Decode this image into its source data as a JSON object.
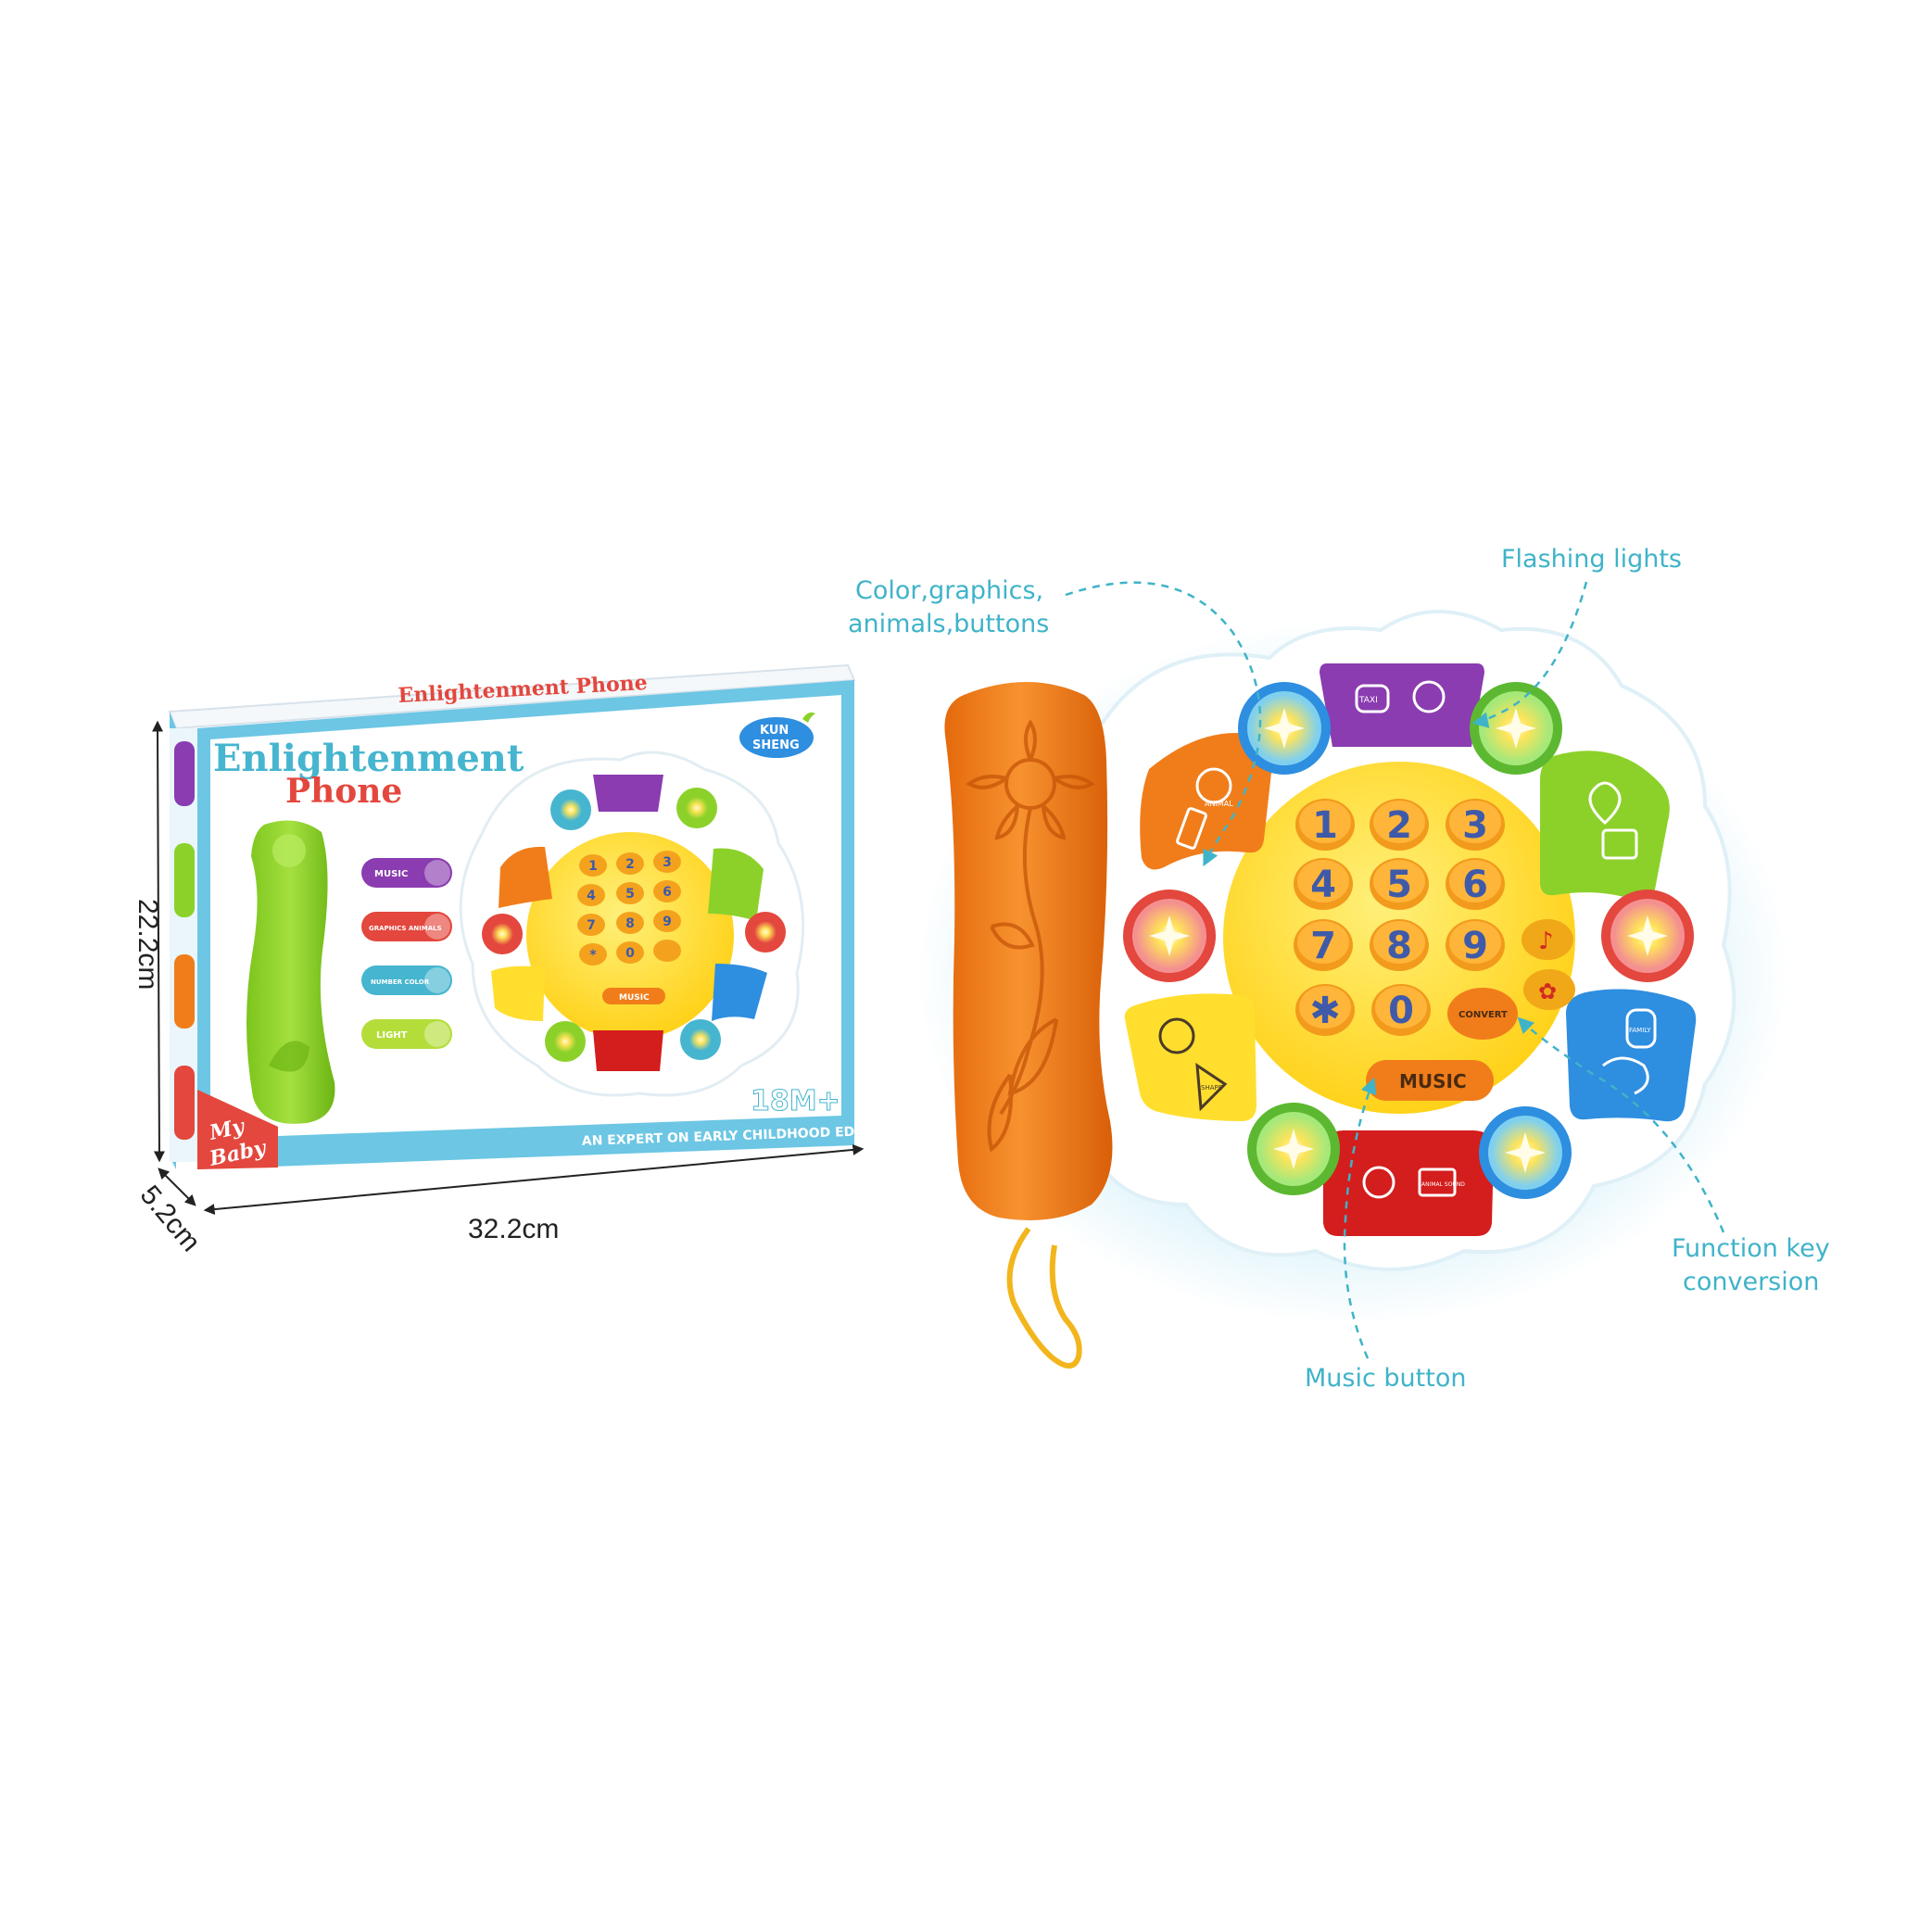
{
  "colors": {
    "sky": "#6cc6e4",
    "accent_teal": "#3fb3c9",
    "title_teal": "#46b5cf",
    "title_red": "#e3473d",
    "orange": "#f07d1a",
    "yellow": "#ffde2e",
    "purple": "#8a3cb0",
    "green": "#8cd12a",
    "blue": "#2e8ee0",
    "red": "#d41d1d",
    "key_blue": "#3f5aa8"
  },
  "box": {
    "title_line1": "Enlightenment",
    "title_line2": "Phone",
    "top_edge_text": "Enlightenment Phone",
    "brand_line1": "KUN",
    "brand_line2": "SHENG",
    "age": "18M+",
    "tagline": "AN EXPERT ON EARLY CHILDHOOD EDUCATION",
    "badge_line1": "My",
    "badge_line2": "Baby",
    "features": [
      "MUSIC",
      "GRAPHICS ANIMALS",
      "NUMBER COLOR",
      "LIGHT"
    ],
    "music_key": "MUSIC",
    "keys": [
      "1",
      "2",
      "3",
      "4",
      "5",
      "6",
      "7",
      "8",
      "9",
      "*",
      "0",
      ""
    ]
  },
  "dimensions": {
    "height": "22.2cm",
    "depth": "5.2cm",
    "width": "32.2cm"
  },
  "product": {
    "keys": [
      "1",
      "2",
      "3",
      "4",
      "5",
      "6",
      "7",
      "8",
      "9",
      "✱",
      "0"
    ],
    "convert_key": "CONVERT",
    "music_key": "MUSIC",
    "purple_button_label": "TAXI",
    "red_button_label": "ANIMAL SOUND",
    "blue_button_label": "FAMILY",
    "yellow_button_label": "SHAPE",
    "orange_button_label": "ANIMAL"
  },
  "callouts": {
    "color_graphics_line1": "Color,graphics,",
    "color_graphics_line2": "animals,buttons",
    "flashing_lights": "Flashing lights",
    "function_key_line1": "Function key",
    "function_key_line2": "conversion",
    "music_button": "Music button"
  },
  "icons": {
    "song_key": "music-note-icon",
    "star_key": "star-icon",
    "light": "sparkle-light-icon"
  }
}
